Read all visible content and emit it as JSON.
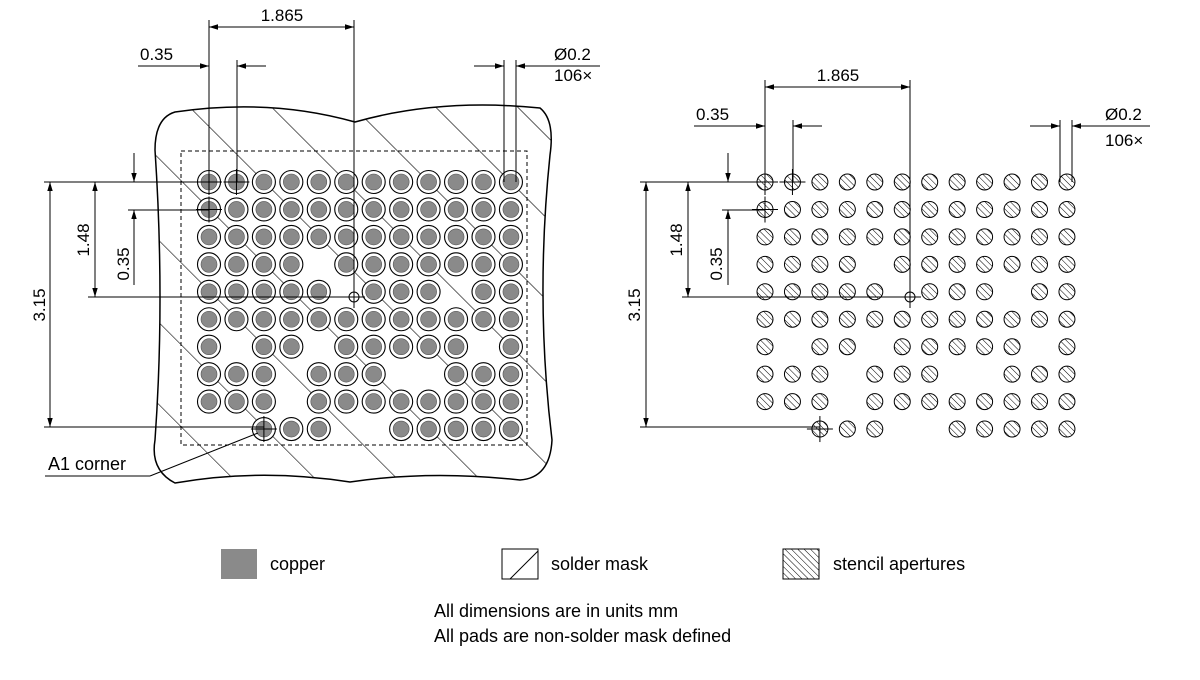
{
  "dimensions": {
    "pitch_x_center": "1.865",
    "pitch": "0.35",
    "height_center": "1.48",
    "total_height": "3.15",
    "pad_diameter": "Ø0.2",
    "pad_count": "106×"
  },
  "left_view": {
    "corner_label": "A1 corner"
  },
  "legend": {
    "copper": "copper",
    "solder_mask": "solder mask",
    "stencil": "stencil apertures"
  },
  "notes": {
    "line1": "All dimensions are in units mm",
    "line2": "All pads are non-solder mask defined"
  },
  "colors": {
    "copper": "#8a8a8a",
    "line": "#000000"
  },
  "pad_map": [
    "XXXXXXXXXXXX",
    "XXXXXXXXXXXX",
    "XXXXXXXXXXXX",
    "XXXX.XXXXXXX",
    "XXXXX.XXX.XX",
    "XXXXXXXXXXXX",
    "X.XX.XXXXX.X",
    "XXX.XXX..XXX",
    "XXX.XXXXXXXX",
    "..XXX..XXXXX"
  ]
}
